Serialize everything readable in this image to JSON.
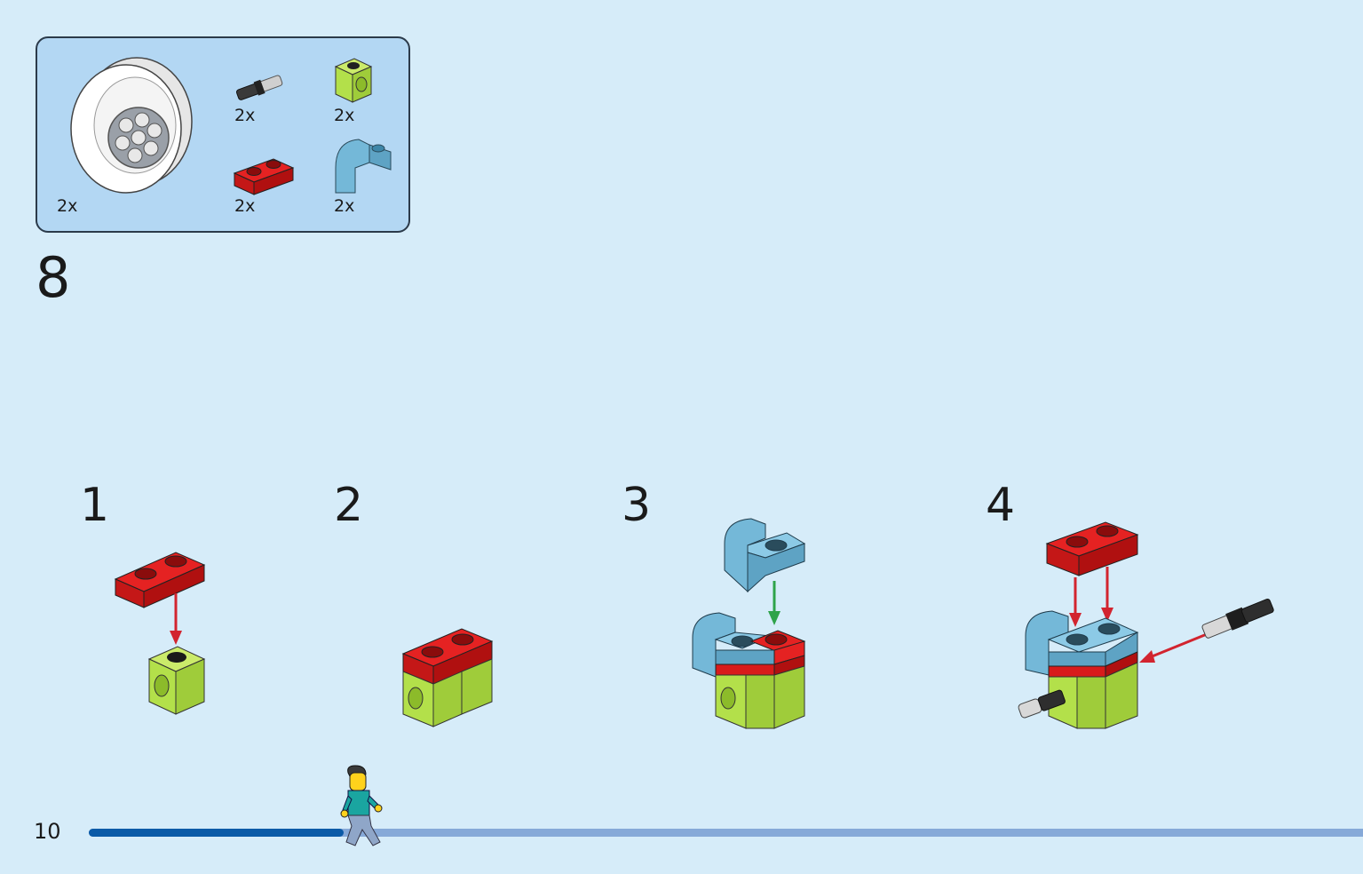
{
  "parts_box": {
    "items": [
      {
        "name": "wheel",
        "qty": "2x"
      },
      {
        "name": "axle-pin",
        "qty": "2x"
      },
      {
        "name": "brick-1x1-with-hole",
        "qty": "2x"
      },
      {
        "name": "plate-1x2",
        "qty": "2x"
      },
      {
        "name": "slope-curved-1x1",
        "qty": "2x"
      }
    ]
  },
  "main_step": "8",
  "sub_steps": [
    {
      "number": "1"
    },
    {
      "number": "2"
    },
    {
      "number": "3"
    },
    {
      "number": "4"
    }
  ],
  "page_number": "10",
  "progress": {
    "fraction": 0.2
  },
  "colors": {
    "background": "#d6ecf9",
    "parts_box": "#b3d7f3",
    "red_arrow": "#d2242f",
    "green_arrow": "#2ea34a",
    "progress_done": "#0a5aa7",
    "progress_remaining": "#86a9d8",
    "brick_red": "#d81b1b",
    "brick_lime": "#b3e04a",
    "brick_blue": "#74b8d8"
  }
}
